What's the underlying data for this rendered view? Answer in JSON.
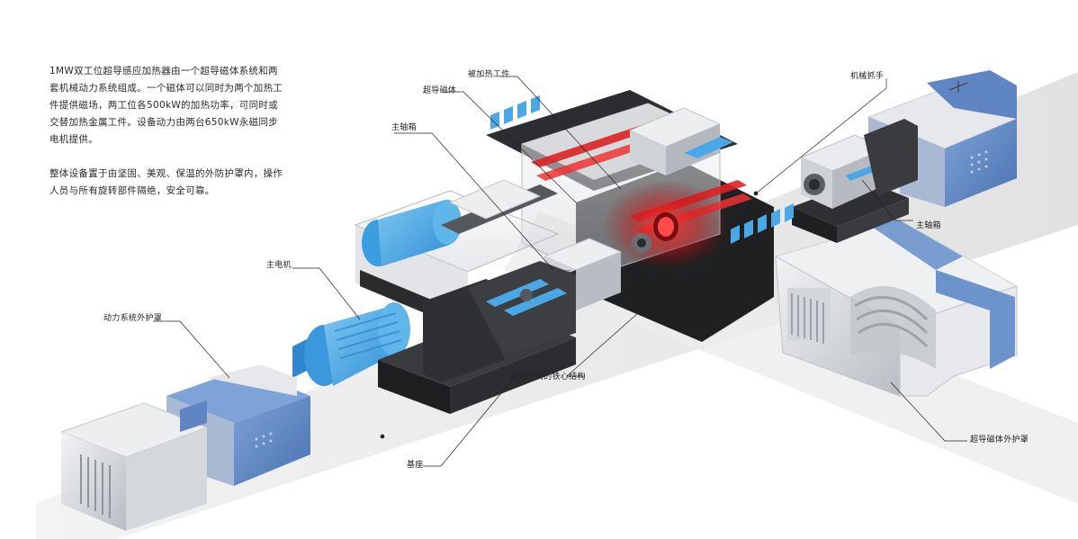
{
  "description": {
    "paragraph1": "1MW双工位超导感应加热器由一个超导磁体系统和两套机械动力系统组成。一个磁体可以同时为两个加热工件提供磁场，两工位各500kW的加热功率，可同时或交替加热金属工件。设备动力由两台650kW永磁同步电机提供。",
    "paragraph2": "整体设备置于由坚固、美观、保温的外防护罩内，操作人员与所有旋转部件隔绝，安全可靠。"
  },
  "labels": {
    "workpiece": "被加热工件",
    "magnet": "超导磁体",
    "spindle_box_left": "主轴箱",
    "gripper": "机械抓手",
    "spindle_box_right": "主轴箱",
    "main_motor": "主电机",
    "power_cover": "动力系统外护罩",
    "iron_core": "磁场可调的铁心结构",
    "base": "基座",
    "magnet_cover": "超导磁体外护罩"
  },
  "colors": {
    "accent_blue": "#4aa8e6",
    "cover_blue": "#5b86c4",
    "heat_red": "#e0262a",
    "frame_dark": "#2b2b2d",
    "cover_silver": "#d9dbde",
    "floor": "#ececec"
  }
}
